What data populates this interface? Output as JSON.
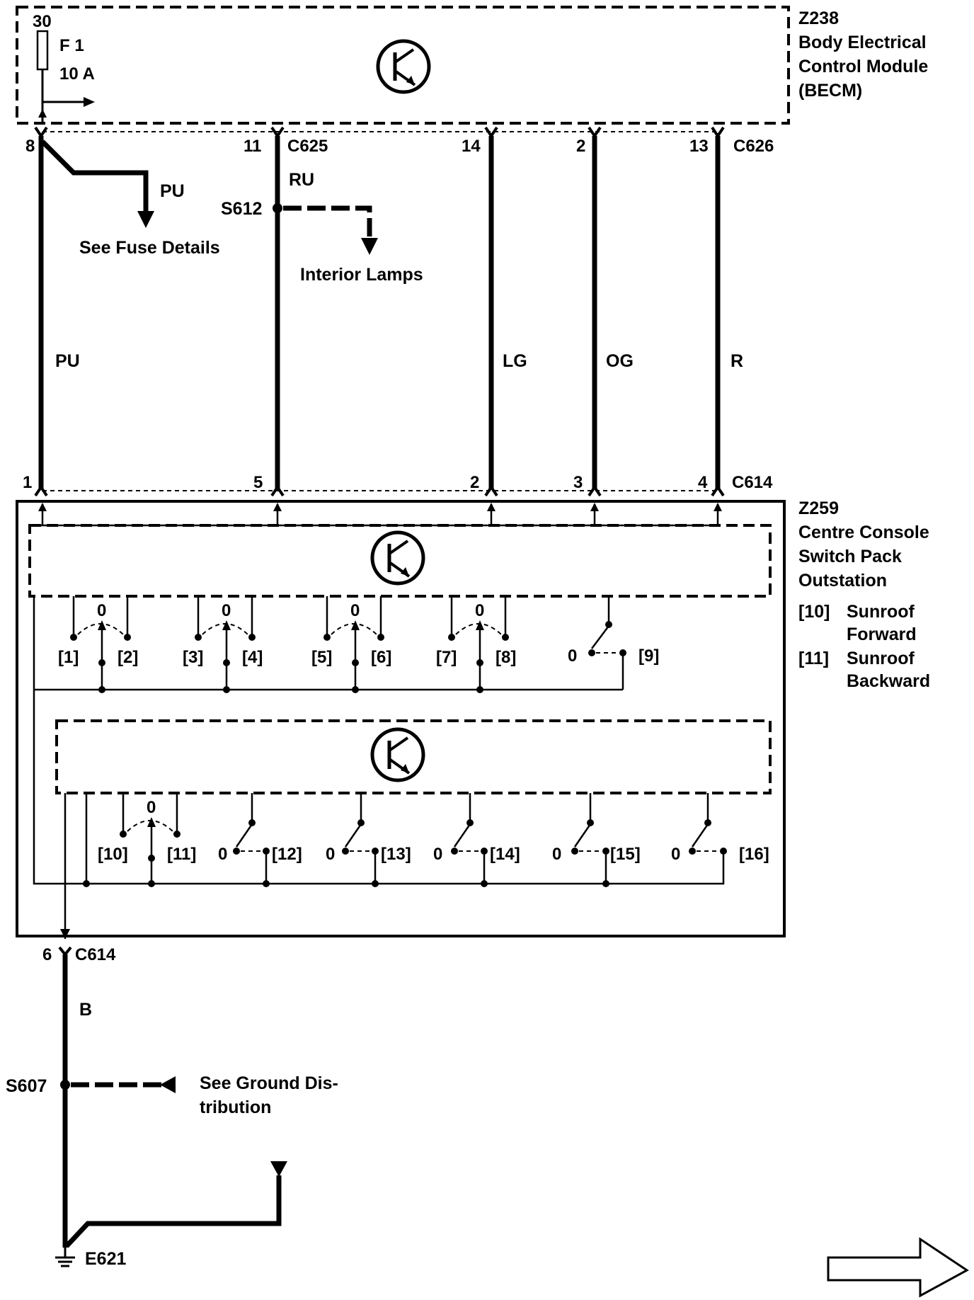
{
  "modules": {
    "becm": {
      "id": "Z238",
      "lines": [
        "Body Electrical",
        "Control Module",
        "(BECM)"
      ],
      "supply_terminal": "30",
      "fuse": {
        "name": "F 1",
        "rating": "10 A"
      }
    },
    "switch_pack": {
      "id": "Z259",
      "lines": [
        "Centre Console",
        "Switch Pack",
        "Outstation"
      ],
      "legend": [
        {
          "ref": "[10]",
          "lines": [
            "Sunroof",
            "Forward"
          ]
        },
        {
          "ref": "[11]",
          "lines": [
            "Sunroof",
            "Backward"
          ]
        }
      ]
    }
  },
  "connectors": {
    "c625": "C625",
    "c626": "C626",
    "c614_top": "C614",
    "c614_bottom": "C614"
  },
  "wires": [
    {
      "color": "PU",
      "top_pin": "8",
      "bottom_pin": "1"
    },
    {
      "color": "RU",
      "top_pin": "11",
      "bottom_pin": "5"
    },
    {
      "color": "LG",
      "top_pin": "14",
      "bottom_pin": "2"
    },
    {
      "color": "OG",
      "top_pin": "2",
      "bottom_pin": "3"
    },
    {
      "color": "R",
      "top_pin": "13",
      "bottom_pin": "4"
    }
  ],
  "branches": {
    "fuse_details": {
      "color": "PU",
      "label": "See Fuse Details"
    },
    "interior_lamps": {
      "splice": "S612",
      "label": "Interior Lamps"
    }
  },
  "switches": {
    "row1": [
      {
        "left": "[1]",
        "center": "0",
        "right": "[2]"
      },
      {
        "left": "[3]",
        "center": "0",
        "right": "[4]"
      },
      {
        "left": "[5]",
        "center": "0",
        "right": "[6]"
      },
      {
        "left": "[7]",
        "center": "0",
        "right": "[8]"
      }
    ],
    "row1_single": {
      "off": "0",
      "on": "[9]"
    },
    "row2_rocker": {
      "left": "[10]",
      "center": "0",
      "right": "[11]"
    },
    "row2_singles": [
      {
        "off": "0",
        "on": "[12]"
      },
      {
        "off": "0",
        "on": "[13]"
      },
      {
        "off": "0",
        "on": "[14]"
      },
      {
        "off": "0",
        "on": "[15]"
      },
      {
        "off": "0",
        "on": "[16]"
      }
    ]
  },
  "ground": {
    "pin": "6",
    "wire_color": "B",
    "splice": "S607",
    "distribution_lines": [
      "See Ground Dis-",
      "tribution"
    ],
    "ground_point": "E621"
  }
}
